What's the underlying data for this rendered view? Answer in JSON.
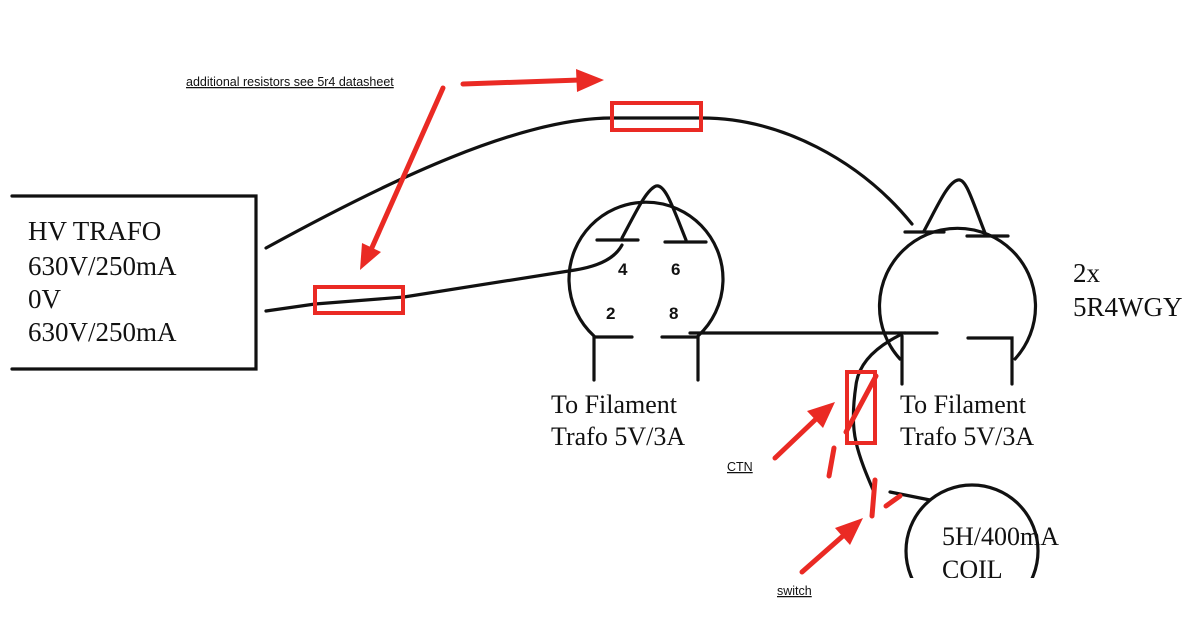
{
  "transformer": {
    "lines": [
      "HV TRAFO",
      "630V/250mA",
      "0V",
      "630V/250mA"
    ]
  },
  "tube_left": {
    "pins": [
      "4",
      "6",
      "2",
      "8"
    ],
    "caption": [
      "To Filament",
      "Trafo 5V/3A"
    ]
  },
  "tube_right": {
    "label": [
      "2x",
      "5R4WGY"
    ],
    "caption": [
      "To Filament",
      "Trafo 5V/3A"
    ]
  },
  "coil": {
    "lines": [
      "5H/400mA",
      "COIL"
    ]
  },
  "annotations": {
    "resistors": "additional resistors see 5r4 datasheet",
    "ctn": "CTN",
    "switch": "switch"
  },
  "colors": {
    "annotation": "#ea2a24",
    "ink": "#111111"
  }
}
